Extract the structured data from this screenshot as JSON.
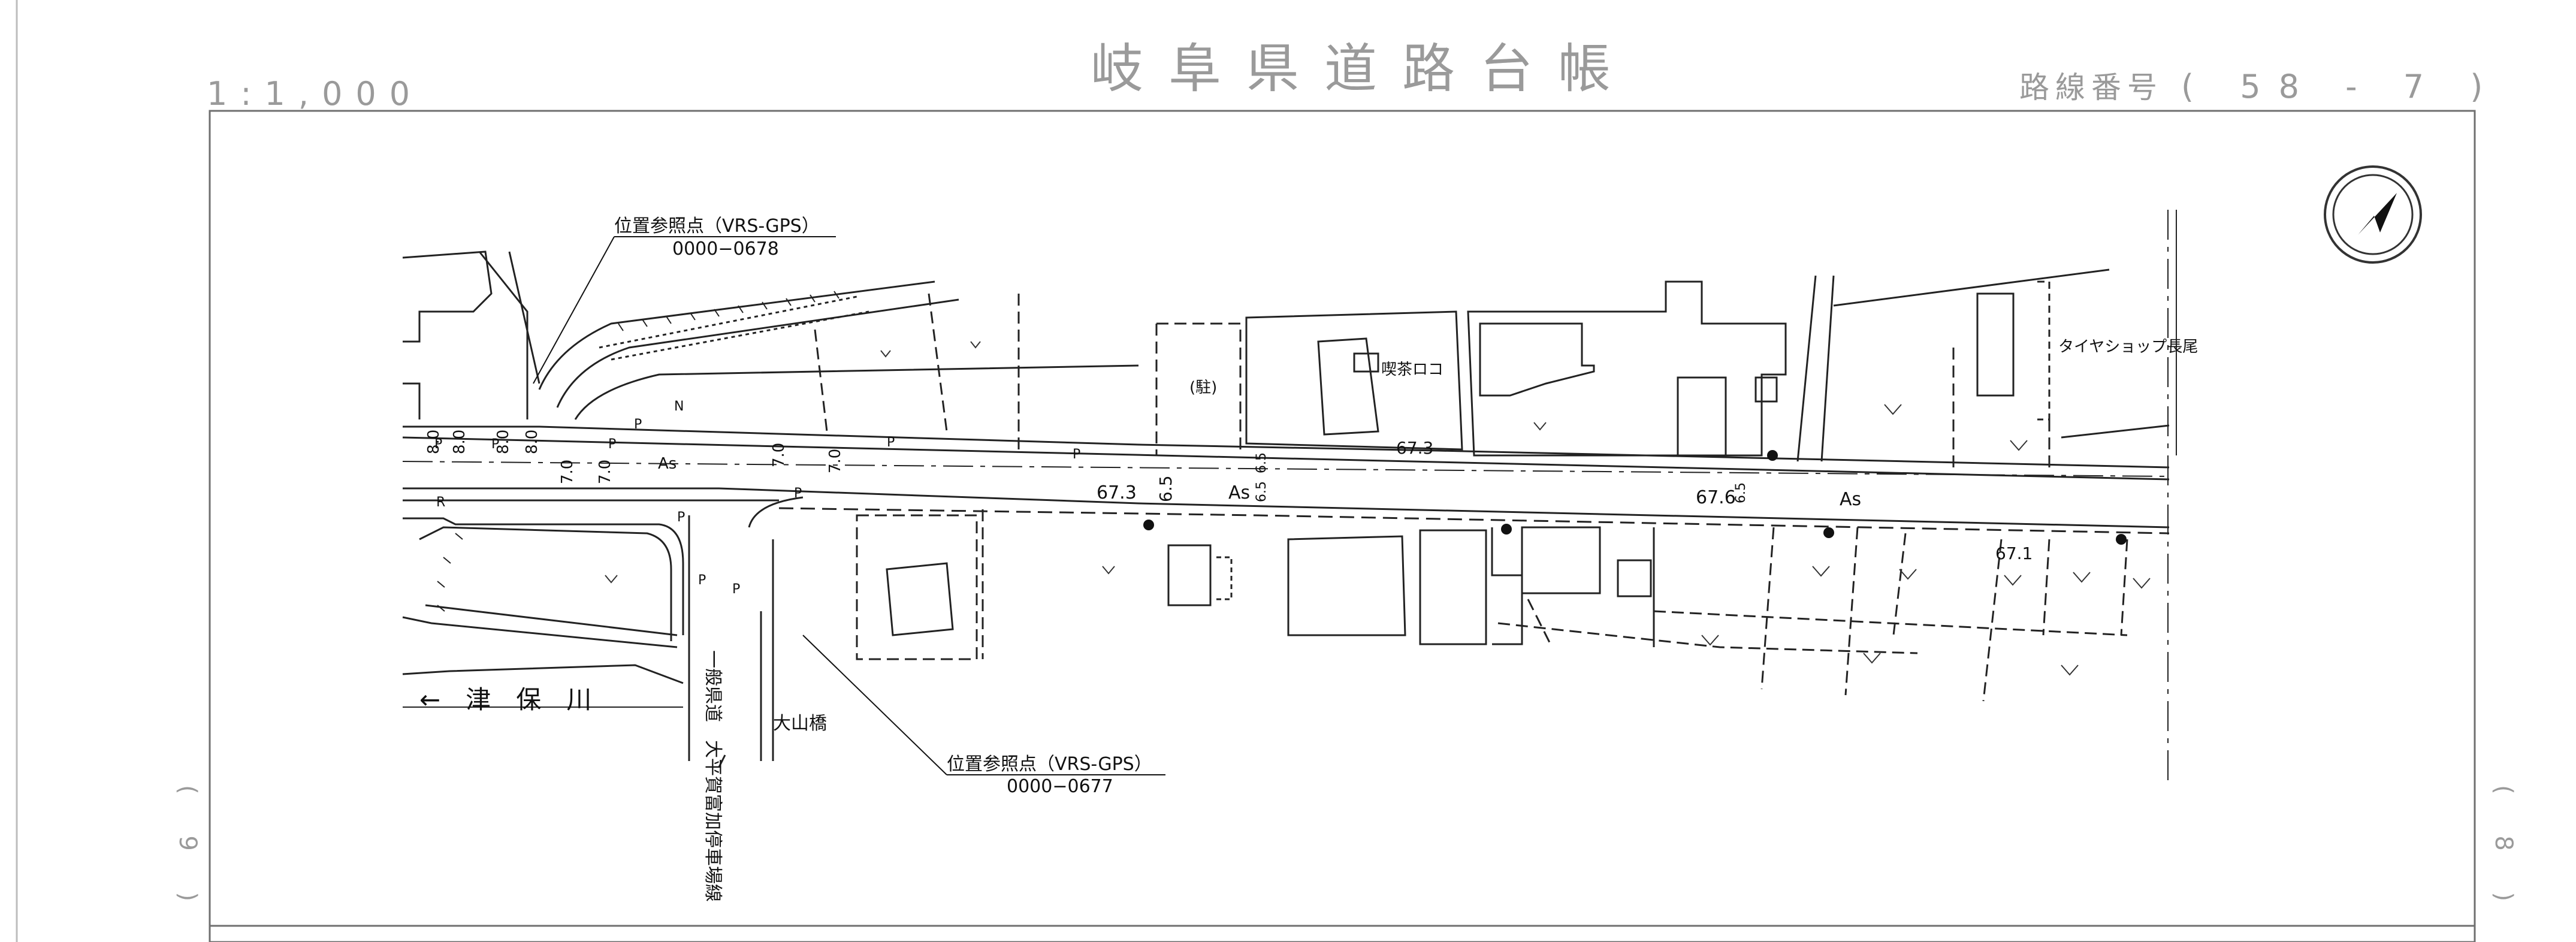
{
  "header": {
    "scale": "1:1,000",
    "title": "岐阜県道路台帳",
    "route_label": "路線番号",
    "route_number": "( 58 - 7 )"
  },
  "sheet_links": {
    "left": "( 9 )",
    "right": "( 8 )"
  },
  "reference_points": [
    {
      "title": "位置参照点（VRS-GPS）",
      "code": "0000−0678"
    },
    {
      "title": "位置参照点（VRS-GPS）",
      "code": "0000−0677"
    }
  ],
  "labels": {
    "river": "←　津　保　川",
    "bridge": "大山橋",
    "side_road": "一般県道　大平賀富加停車場線",
    "cafe": "喫茶ロコ",
    "parking": "(駐)",
    "tire_shop": "タイヤショップ長尾"
  },
  "surface_marks": [
    "As",
    "As",
    "As"
  ],
  "elevations": [
    "67.3",
    "67.3",
    "67.6",
    "67.1"
  ],
  "lane_widths": [
    "8.0",
    "8.0",
    "8.0",
    "8.0",
    "7.0",
    "7.0",
    "7.0",
    "7.0",
    "6.5",
    "6.5",
    "6.5",
    "6.5"
  ],
  "symbols": {
    "parking_marks": [
      "P",
      "P",
      "P",
      "P",
      "P",
      "P",
      "P",
      "P",
      "P",
      "P"
    ],
    "r_mark": "R",
    "n_mark": "N"
  }
}
